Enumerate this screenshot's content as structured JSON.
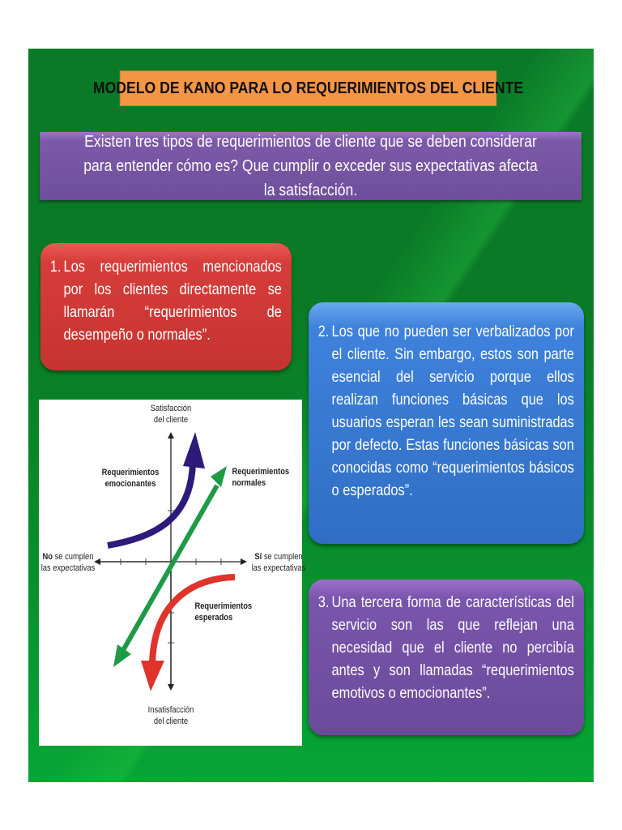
{
  "slide": {
    "title": "MODELO DE KANO PARA LO REQUERIMIENTOS DEL CLIENTE",
    "intro": "Existen tres tipos de requerimientos de cliente que se deben considerar para entender cómo es? Que cumplir o exceder sus expectativas afecta la satisfacción.",
    "points": [
      {
        "num": "1.",
        "text": "Los requerimientos mencionados por los clientes directamente se llamarán “requerimientos de desempeño o normales”.",
        "color": "#c8332f"
      },
      {
        "num": "2.",
        "text": "Los que no pueden ser verbalizados por el cliente. Sin embargo, estos son parte esencial del servicio porque ellos realizan funciones básicas que los usuarios esperan les sean suministradas por defecto. Estas funciones básicas son conocidas como “requerimientos básicos o esperados”.",
        "color": "#3574cc"
      },
      {
        "num": "3.",
        "text": "Una tercera forma de características del servicio son las que reflejan una necesidad que el cliente no percibía antes y son llamadas “requerimientos emotivos o emocionantes”.",
        "color": "#6e4e9e"
      }
    ]
  },
  "diagram": {
    "y_top_label_1": "Satisfacción",
    "y_top_label_2": "del cliente",
    "y_bottom_label_1": "Insatisfacción",
    "y_bottom_label_2": "del cliente",
    "x_left_bold": "No",
    "x_left_rest": " se cumplen",
    "x_left_line2": "las expectativas",
    "x_right_bold": "Sí",
    "x_right_rest": " se cumplen",
    "x_right_line2": "las expectativas",
    "curves": [
      {
        "name": "Requerimientos emocionantes",
        "line1": "Requerimientos",
        "line2": "emocionantes",
        "color": "#2e1a7a"
      },
      {
        "name": "Requerimientos normales",
        "line1": "Requerimientos",
        "line2": "normales",
        "color": "#1f9a45"
      },
      {
        "name": "Requerimientos esperados",
        "line1": "Requerimientos",
        "line2": "esperados",
        "color": "#e0332a"
      }
    ]
  }
}
